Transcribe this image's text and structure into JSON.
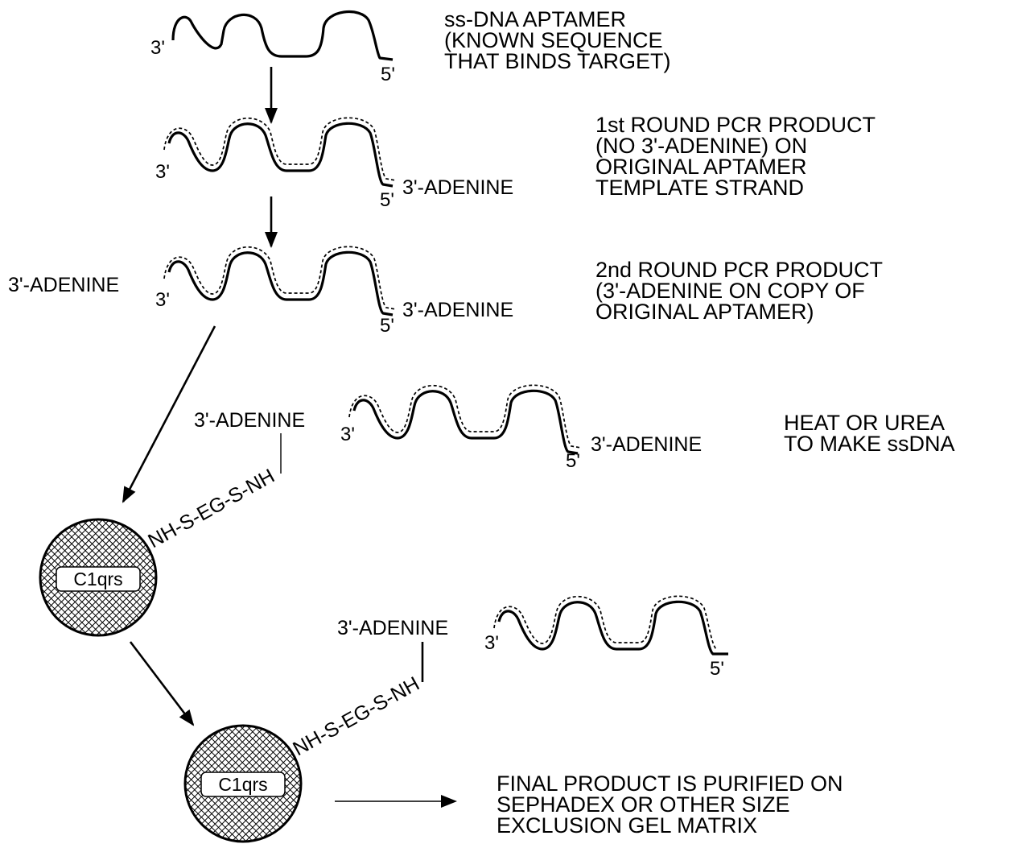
{
  "figure": {
    "steps": [
      {
        "caption": [
          "ss-DNA APTAMER",
          "(KNOWN SEQUENCE",
          "THAT BINDS TARGET)"
        ],
        "end_3": "3'",
        "end_5": "5'"
      },
      {
        "caption": [
          "1st ROUND PCR PRODUCT",
          "(NO 3'-ADENINE) ON",
          "ORIGINAL APTAMER",
          "TEMPLATE STRAND"
        ],
        "end_3": "3'",
        "end_5": "5'",
        "right_label": "3'-ADENINE"
      },
      {
        "caption": [
          "2nd ROUND PCR PRODUCT",
          "(3'-ADENINE ON COPY OF",
          "ORIGINAL APTAMER)"
        ],
        "end_3": "3'",
        "end_5": "5'",
        "left_label": "3'-ADENINE",
        "right_label": "3'-ADENINE"
      },
      {
        "caption": [
          "HEAT OR UREA",
          "TO MAKE ssDNA"
        ],
        "end_3": "3'",
        "end_5": "5'",
        "left_label": "3'-ADENINE",
        "right_label": "3'-ADENINE",
        "linker": "NH-S-EG-S-NH",
        "bead": "C1qrs"
      },
      {
        "caption": [
          "FINAL PRODUCT IS PURIFIED ON",
          "SEPHADEX OR OTHER SIZE",
          "EXCLUSION GEL MATRIX"
        ],
        "end_3": "3'",
        "end_5": "5'",
        "left_label": "3'-ADENINE",
        "linker": "NH-S-EG-S-NH",
        "bead": "C1qrs"
      }
    ]
  }
}
